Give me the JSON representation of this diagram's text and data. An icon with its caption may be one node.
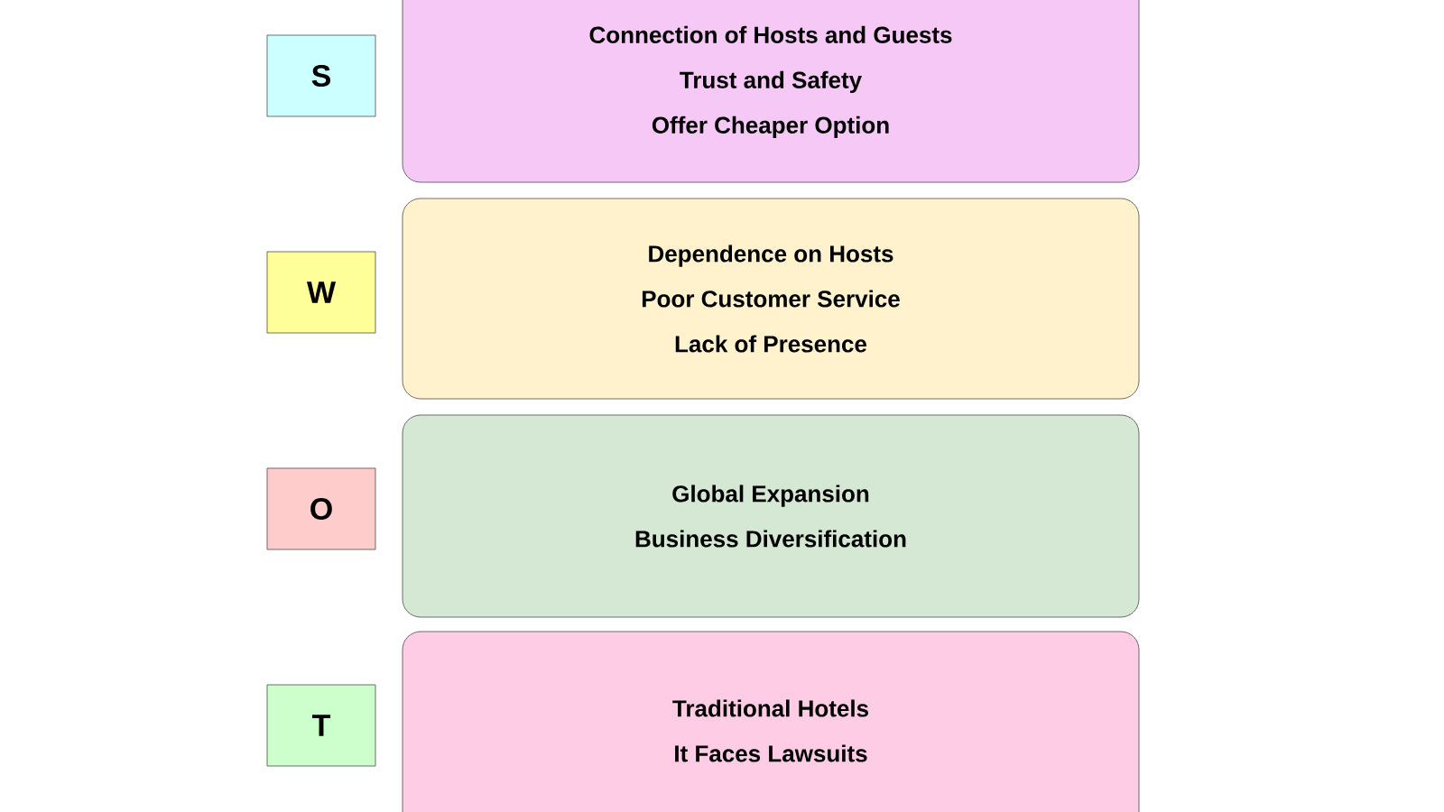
{
  "diagram": {
    "nodes": [
      {
        "text": [
          "S"
        ]
      },
      {
        "text": [
          "Connection of Hosts and Guests",
          "Trust and Safety",
          "Offer Cheaper Option"
        ]
      },
      {
        "text": [
          "W"
        ]
      },
      {
        "text": [
          "Dependence on Hosts",
          "Poor Customer Service",
          "Lack of Presence"
        ]
      },
      {
        "text": [
          "O"
        ]
      },
      {
        "text": [
          "Global Expansion",
          "Business Diversification"
        ]
      },
      {
        "text": [
          "T"
        ]
      },
      {
        "text": [
          "Traditional Hotels",
          "It Faces Lawsuits"
        ]
      }
    ]
  }
}
